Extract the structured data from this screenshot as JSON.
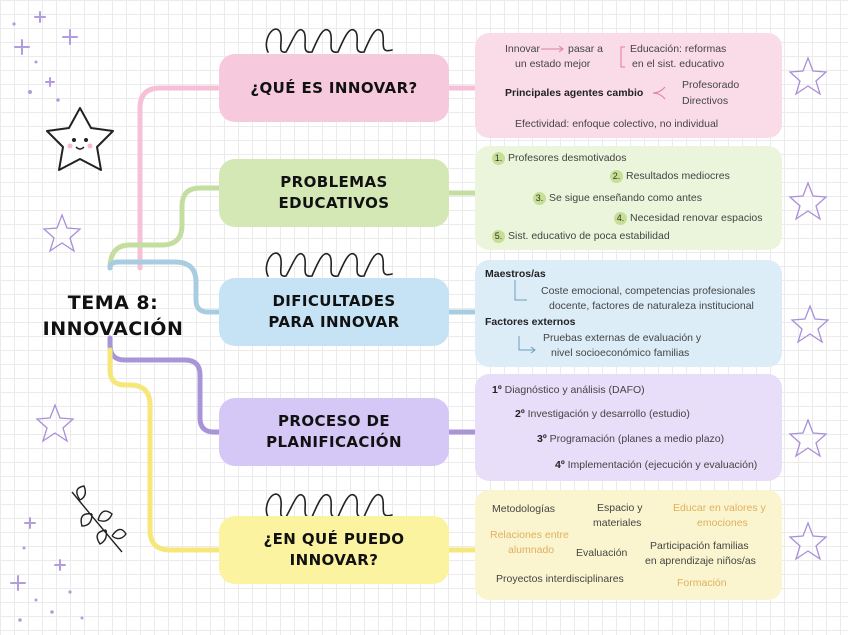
{
  "central": {
    "line1": "TEMA 8:",
    "line2": "INNOVACIÓN"
  },
  "colors": {
    "pink": "#f6c9dc",
    "green": "#d4e8b6",
    "blue": "#c5e3f4",
    "purple": "#d5c7f6",
    "yellow": "#fbf3a0",
    "pink_box": "#fadce8",
    "green_box": "#eaf5dc",
    "blue_box": "#dcedf8",
    "purple_box": "#e8def9",
    "yellow_box": "#faf5cf"
  },
  "branches": [
    {
      "title_lines": [
        "¿QUÉ ES INNOVAR?"
      ],
      "items": {
        "innovar": "Innovar",
        "pasar": "pasar a",
        "estado": "un estado mejor",
        "educacion1": "Educación: reformas",
        "educacion2": "en el sist. educativo",
        "agentes": "Principales agentes cambio",
        "profesorado": "Profesorado",
        "directivos": "Directivos",
        "efectividad": "Efectividad: enfoque colectivo, no individual"
      }
    },
    {
      "title_lines": [
        "PROBLEMAS",
        "EDUCATIVOS"
      ],
      "items": [
        {
          "n": "1.",
          "text": "Profesores desmotivados"
        },
        {
          "n": "2.",
          "text": "Resultados mediocres"
        },
        {
          "n": "3.",
          "text": "Se sigue enseñando como antes"
        },
        {
          "n": "4.",
          "text": "Necesidad renovar espacios"
        },
        {
          "n": "5.",
          "text": "Sist. educativo de poca estabilidad"
        }
      ]
    },
    {
      "title_lines": [
        "DIFICULTADES",
        "PARA INNOVAR"
      ],
      "items": {
        "maestros": "Maestros/as",
        "maestros1": "Coste emocional, competencias profesionales",
        "maestros2": "docente, factores de naturaleza institucional",
        "factores": "Factores externos",
        "factores1": "Pruebas externas de evaluación y",
        "factores2": "nivel socioeconómico familias"
      }
    },
    {
      "title_lines": [
        "PROCESO DE",
        "PLANIFICACIÓN"
      ],
      "items": [
        {
          "label": "1º",
          "text": "Diagnóstico y análisis (DAFO)"
        },
        {
          "label": "2º",
          "text": "Investigación y desarrollo (estudio)"
        },
        {
          "label": "3º",
          "text": "Programación (planes a medio plazo)"
        },
        {
          "label": "4º",
          "text": "Implementación (ejecución y evaluación)"
        }
      ]
    },
    {
      "title_lines": [
        "¿EN QUÉ PUEDO",
        "INNOVAR?"
      ],
      "items": {
        "metodologias": "Metodologías",
        "espacio1": "Espacio y",
        "espacio2": "materiales",
        "valores1": "Educar en valores y",
        "valores2": "emociones",
        "relaciones1": "Relaciones entre",
        "relaciones2": "alumnado",
        "evaluacion": "Evaluación",
        "participacion1": "Participación familias",
        "participacion2": "en aprendizaje niños/as",
        "proyectos": "Proyectos interdisciplinares",
        "formacion": "Formación"
      }
    }
  ]
}
